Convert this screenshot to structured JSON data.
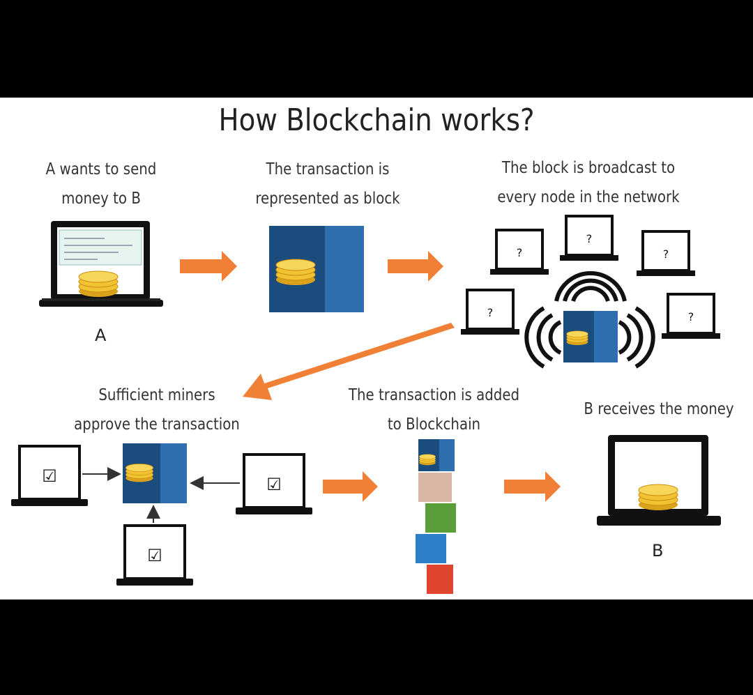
{
  "title": "How Blockchain works?",
  "steps": [
    {
      "label_l1": "A wants to send",
      "label_l2": "money to B",
      "party": "A"
    },
    {
      "label_l1": "The transaction is",
      "label_l2": "represented as block"
    },
    {
      "label_l1": "The block is broadcast to",
      "label_l2": "every node in the network",
      "node_mark": "?"
    },
    {
      "label_l1": "Sufficient miners",
      "label_l2": "approve the transaction",
      "node_mark": "☑"
    },
    {
      "label_l1": "The transaction is added",
      "label_l2": "to Blockchain"
    },
    {
      "label_l1": "B receives the money",
      "party": "B"
    }
  ],
  "colors": {
    "arrow": "#ef8035",
    "block_dark": "#1a4d7d",
    "block_light": "#2f6fb0",
    "coin": "#f1c232",
    "chain": [
      "#1a4d7d",
      "#d8b8a4",
      "#5a9e3a",
      "#2f7fc8",
      "#e0452f"
    ]
  }
}
